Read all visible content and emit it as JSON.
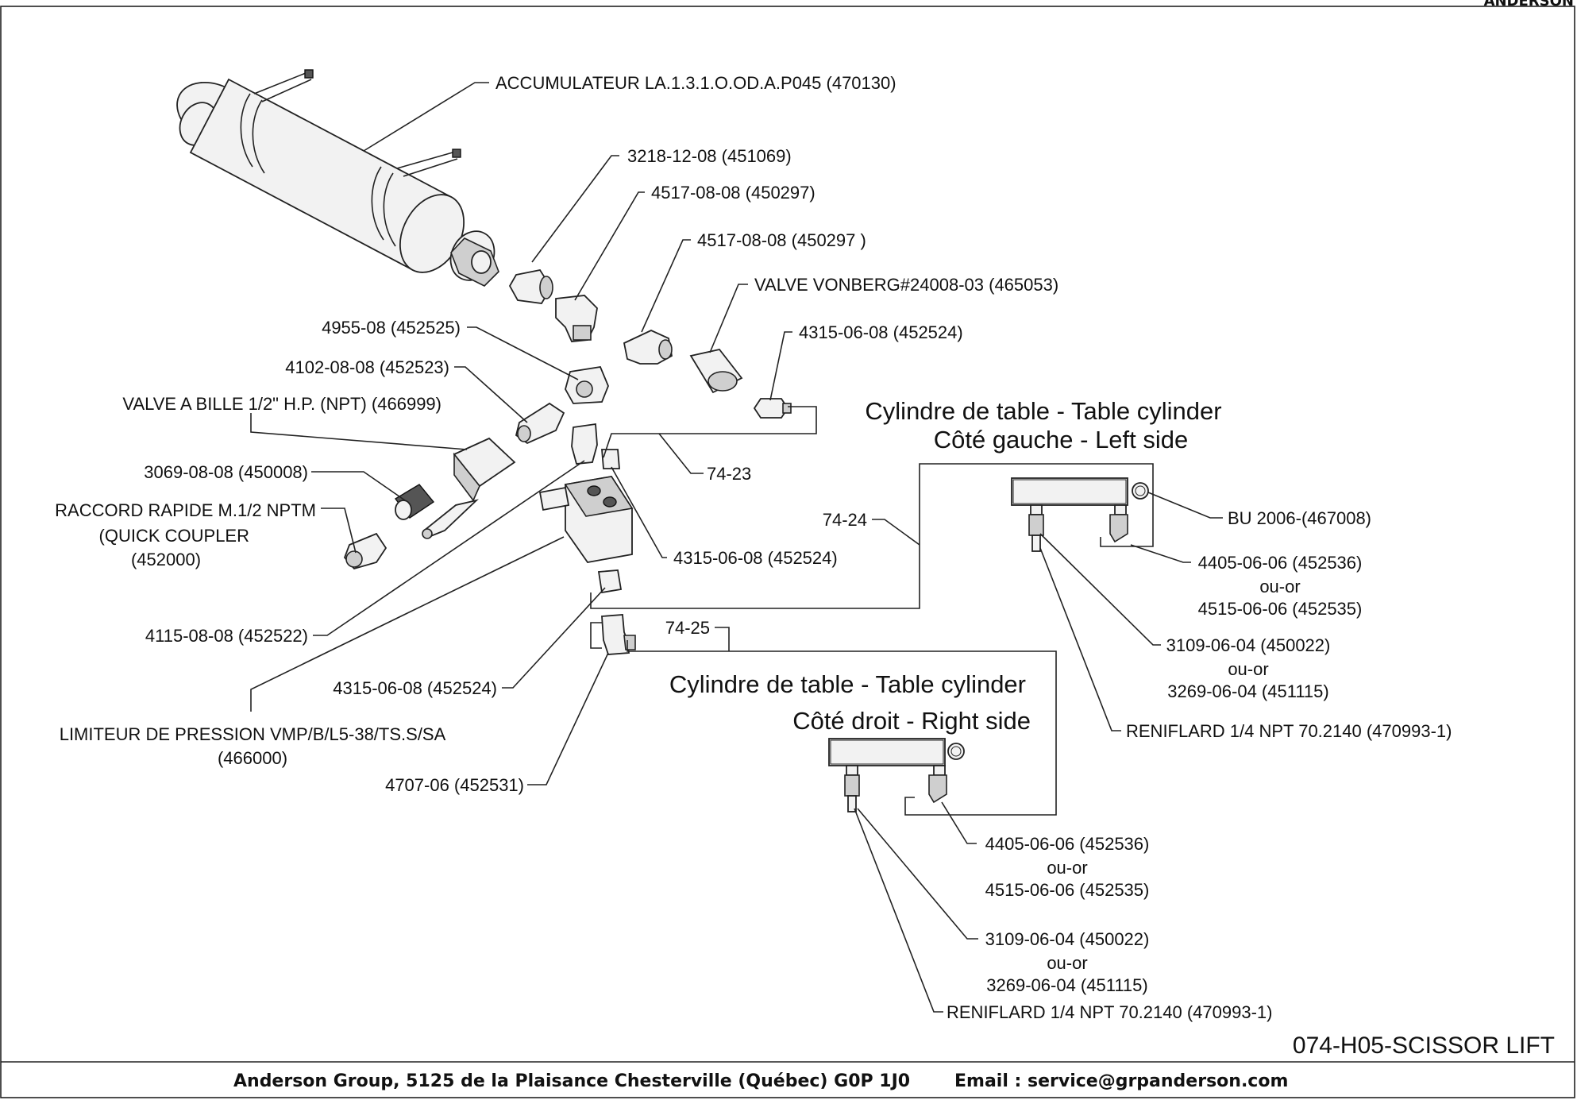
{
  "brand": "ANDERSON",
  "drawing_number": "074-H05-SCISSOR LIFT",
  "footer": {
    "address": "Anderson Group, 5125 de la Plaisance Chesterville (Québec) G0P 1J0",
    "email": "Email : service@grpanderson.com"
  },
  "headings": {
    "left_cylinder_1": "Cylindre de table - Table cylinder",
    "left_cylinder_2": "Côté gauche - Left side",
    "right_cylinder_1": "Cylindre de table - Table cylinder",
    "right_cylinder_2": "Côté droit - Right side"
  },
  "hoses": {
    "h1": "74-23",
    "h2": "74-24",
    "h3": "74-25"
  },
  "labels": {
    "accumulator": "ACCUMULATEUR LA.1.3.1.O.OD.A.P045  (470130)",
    "p3218": "3218-12-08  (451069)",
    "p4517a": "4517-08-08  (450297)",
    "p4517b": "4517-08-08  (450297 )",
    "valve_vonberg": "VALVE VONBERG#24008-03  (465053)",
    "p4315a": "4315-06-08  (452524)",
    "p4955": "4955-08  (452525)",
    "p4102": "4102-08-08  (452523)",
    "ball_valve": "VALVE A BILLE 1/2\" H.P. (NPT)  (466999)",
    "p3069": "3069-08-08   (450008)",
    "coupler_1": "RACCORD RAPIDE M.1/2 NPTM",
    "coupler_2": "(QUICK COUPLER",
    "coupler_3": "(452000)",
    "p4315b": "4315-06-08  (452524)",
    "p4115": "4115-08-08  (452522)",
    "p4315c": "4315-06-08  (452524)",
    "limiter_1": "LIMITEUR DE PRESSION VMP/B/L5-38/TS.S/SA",
    "limiter_2": "(466000)",
    "p4707": "4707-06  (452531)",
    "bu2006": "BU 2006-(467008)",
    "l4405_1": "4405-06-06  (452536)",
    "l4405_2": "ou-or",
    "l4405_3": "4515-06-06  (452535)",
    "l3109_1": "3109-06-04  (450022)",
    "l3109_2": "ou-or",
    "l3109_3": "3269-06-04  (451115)",
    "l_reniflard": "RENIFLARD 1/4 NPT 70.2140  (470993-1)",
    "r4405_1": "4405-06-06  (452536)",
    "r4405_2": "ou-or",
    "r4405_3": "4515-06-06  (452535)",
    "r3109_1": "3109-06-04  (450022)",
    "r3109_2": "ou-or",
    "r3109_3": "3269-06-04  (451115)",
    "r_reniflard": "RENIFLARD 1/4 NPT 70.2140  (470993-1)"
  }
}
